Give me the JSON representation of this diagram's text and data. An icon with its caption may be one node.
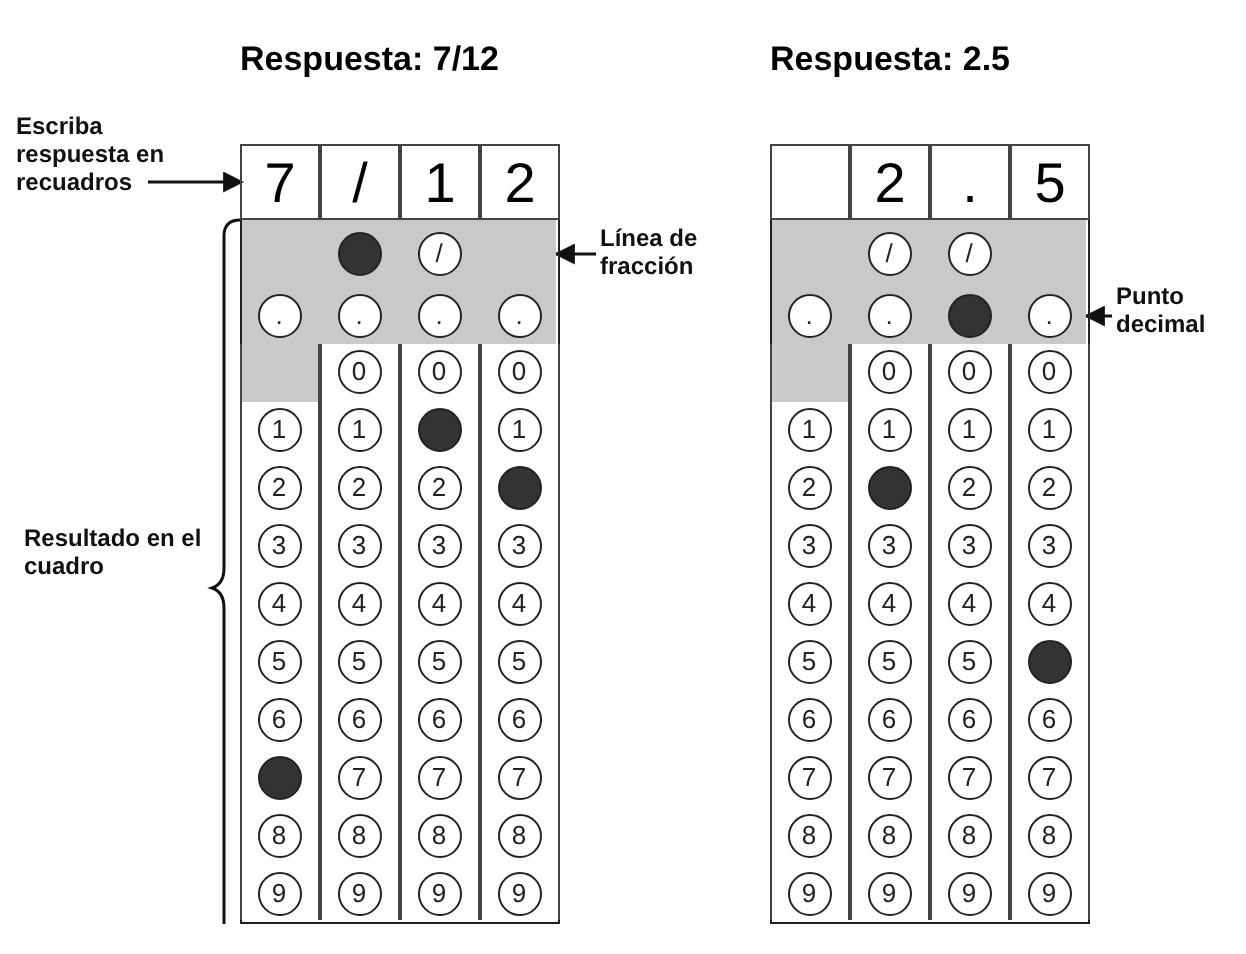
{
  "diagram": {
    "nodes": [
      {
        "text": [
          "Respuesta: 7/12"
        ]
      },
      {
        "text": [
          "7",
          "/",
          "1",
          "2"
        ],
        "in": 0
      },
      {
        "text": [
          "/"
        ],
        "in": 0
      },
      {
        "text": [
          ".",
          ".",
          ".",
          "."
        ],
        "in": 0
      },
      {
        "text": [
          "1",
          "2",
          "3",
          "4",
          "5",
          "6",
          "8",
          "9"
        ],
        "in": 0
      },
      {
        "text": [
          "0",
          "1",
          "2",
          "3",
          "4",
          "5",
          "6",
          "7",
          "8",
          "9"
        ],
        "in": 0
      },
      {
        "text": [
          "0",
          "2",
          "3",
          "4",
          "5",
          "6",
          "7",
          "8",
          "9"
        ],
        "in": 0
      },
      {
        "text": [
          "0",
          "1",
          "3",
          "4",
          "5",
          "6",
          "7",
          "8",
          "9"
        ],
        "in": 0
      },
      {
        "text": [
          "Respuesta: 2.5"
        ]
      },
      {
        "text": [
          "2",
          ".",
          "5"
        ],
        "in": 8
      },
      {
        "text": [
          "/",
          "/"
        ],
        "in": 8
      },
      {
        "text": [
          ".",
          ".",
          "."
        ],
        "in": 8
      },
      {
        "text": [
          "1",
          "2",
          "3",
          "4",
          "5",
          "6",
          "7",
          "8",
          "9"
        ],
        "in": 8
      },
      {
        "text": [
          "0",
          "1",
          "3",
          "4",
          "5",
          "6",
          "7",
          "8",
          "9"
        ],
        "in": 8
      },
      {
        "text": [
          "0",
          "1",
          "2",
          "3",
          "4",
          "5",
          "6",
          "7",
          "8",
          "9"
        ],
        "in": 8
      },
      {
        "text": [
          "0",
          "1",
          "2",
          "3",
          "4",
          "6",
          "7",
          "8",
          "9"
        ],
        "in": 8
      },
      {
        "text": [
          "Escriba respuesta en recuadros"
        ]
      },
      {
        "text": [
          "Línea de fracción"
        ]
      },
      {
        "text": [
          "Punto decimal"
        ]
      }
    ],
    "edges": [
      {
        "from": 16,
        "to": 1,
        "arrow": "to"
      },
      {
        "from": 17,
        "to": 2,
        "arrow": "to"
      },
      {
        "from": 18,
        "to": 11,
        "arrow": "to"
      }
    ],
    "labels": [
      "Resultado en el cuadro"
    ]
  }
}
